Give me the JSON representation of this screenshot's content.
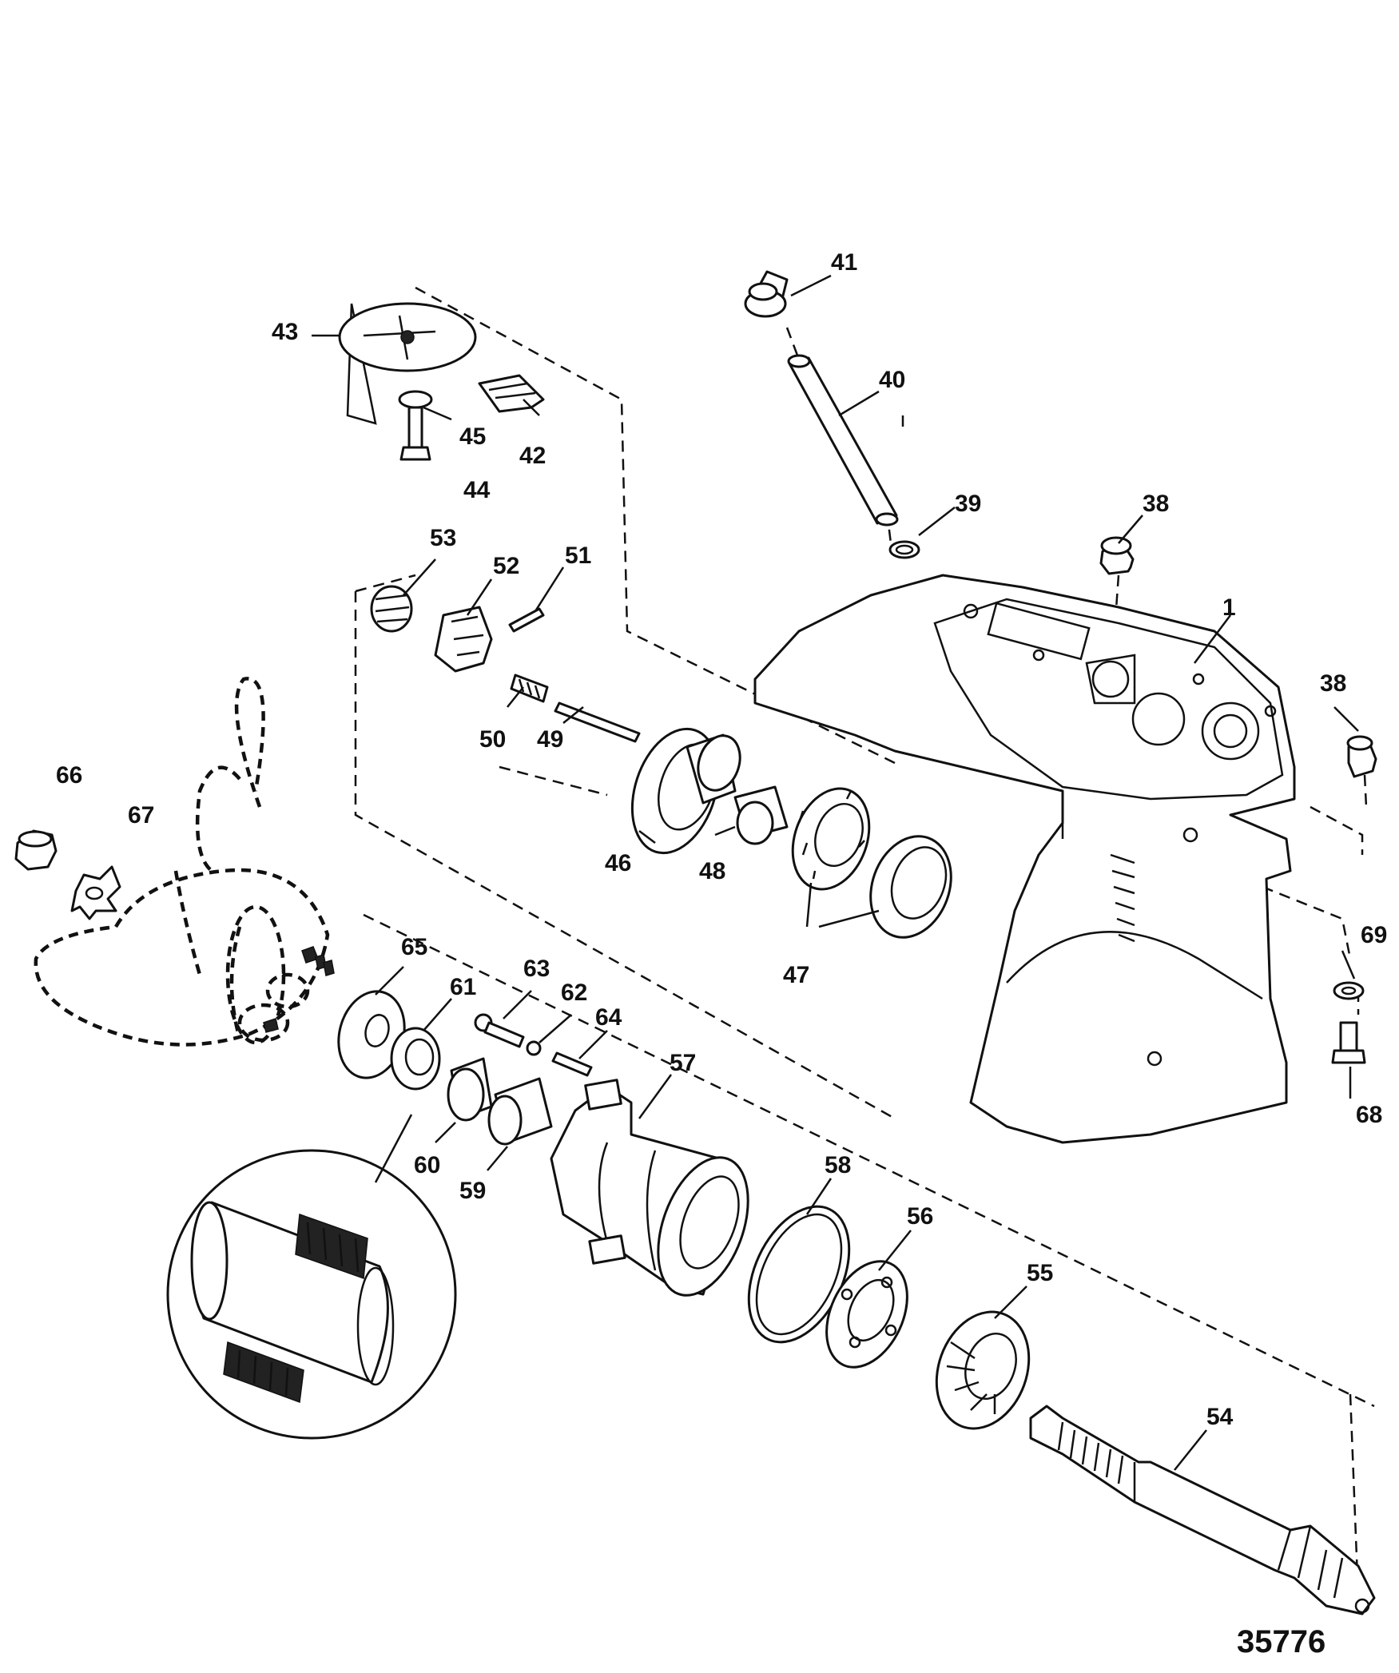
{
  "diagram": {
    "figure_number": "35776",
    "callouts": {
      "p1": "1",
      "p38a": "38",
      "p38b": "38",
      "p39": "39",
      "p40": "40",
      "p41": "41",
      "p42": "42",
      "p43": "43",
      "p44": "44",
      "p45": "45",
      "p46": "46",
      "p47": "47",
      "p48": "48",
      "p49": "49",
      "p50": "50",
      "p51": "51",
      "p52": "52",
      "p53": "53",
      "p54": "54",
      "p55": "55",
      "p56": "56",
      "p57": "57",
      "p58": "58",
      "p59": "59",
      "p60": "60",
      "p61": "61",
      "p62": "62",
      "p63": "63",
      "p64": "64",
      "p65": "65",
      "p66": "66",
      "p67": "67",
      "p68": "68",
      "p69": "69"
    }
  }
}
